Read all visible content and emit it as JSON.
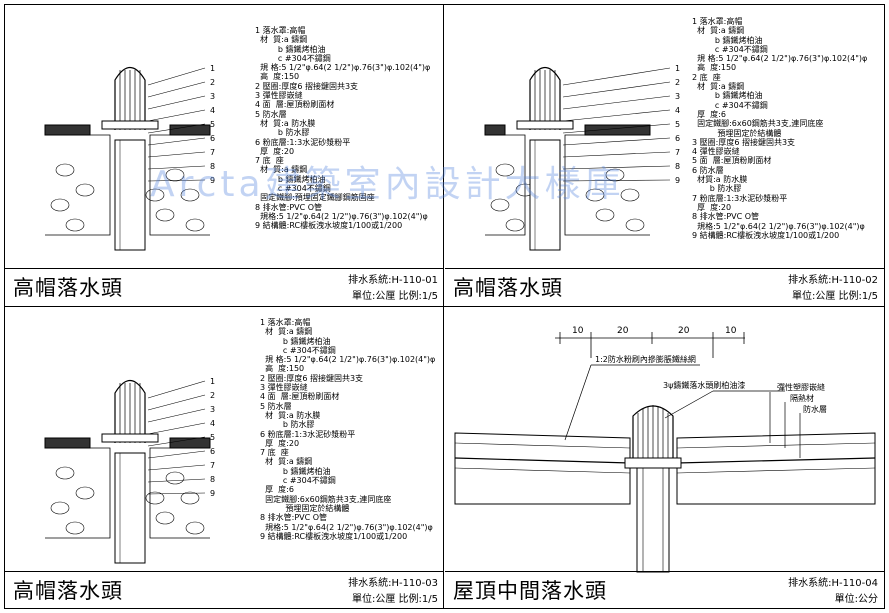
{
  "panels": [
    {
      "title": "高帽落水頭",
      "code": "排水系統:H-110-01",
      "unit": "單位:公厘  比例:1/5",
      "notes": [
        "1 落水罩:高帽",
        "  材  質:a 鑄鋼",
        "         b 鑄鐵烤柏油",
        "         c #304不鏽鋼",
        "  規 格:5 1/2\"φ.64(2 1/2\")φ.76(3\")φ.102(4\")φ",
        "  高  度:150",
        "2 壓圈:厚度6 摺接鍵固共3支",
        "3 彈性膠嵌縫",
        "4 面  層:屋頂粉刷面材",
        "5 防水層",
        "  材  質:a 防水膜",
        "         b 防水膠",
        "6 粉底層:1:3水泥砂漿粉平",
        "  厚  度:20",
        "7 底  座",
        "  材  質:a 鑄鋼",
        "         b 鑄鐵烤柏油",
        "         c #304不鏽鋼",
        "  固定鐵腳:預埋固定鐵腳鋼筋固座",
        "8 排水管:PVC O管",
        "  規格:5 1/2\"φ.64(2 1/2\")φ.76(3\")φ.102(4\")φ",
        "9 結構體:RC樓板洩水坡度1/100或1/200"
      ],
      "callouts": [
        "1",
        "2",
        "3",
        "4",
        "5",
        "6",
        "7",
        "8",
        "9"
      ]
    },
    {
      "title": "高帽落水頭",
      "code": "排水系統:H-110-02",
      "unit": "單位:公厘  比例:1/5",
      "notes": [
        "1 落水罩:高帽",
        "  材  質:a 鑄鋼",
        "         b 鑄鐵烤柏油",
        "         c #304不鏽鋼",
        "  規 格:5 1/2\"φ.64(2 1/2\")φ.76(3\")φ.102(4\")φ",
        "  高  度:150",
        "2 底  座",
        "  材  質:a 鑄鋼",
        "         b 鑄鐵烤柏油",
        "         c #304不鏽鋼",
        "  厚  度:6",
        "  固定鐵腳:6x60鋼筋共3支,連同底座",
        "          預埋固定於結構體",
        "3 壓圈:厚度6 摺接鍵固共3支",
        "4 彈性膠嵌縫",
        "5 面  層:屋頂粉刷面材",
        "6 防水層",
        "  材質:a 防水膜",
        "       b 防水膠",
        "7 粉底層:1:3水泥砂漿粉平",
        "  厚  度:20",
        "8 排水管:PVC O管",
        "  規格:5 1/2\"φ.64(2 1/2\")φ.76(3\")φ.102(4\")φ",
        "9 結構體:RC樓板洩水坡度1/100或1/200"
      ],
      "callouts": [
        "1",
        "2",
        "3",
        "4",
        "5",
        "6",
        "7",
        "8",
        "9"
      ]
    },
    {
      "title": "高帽落水頭",
      "code": "排水系統:H-110-03",
      "unit": "單位:公厘  比例:1/5",
      "notes": [
        "1 落水罩:高帽",
        "  材  質:a 鑄鋼",
        "         b 鑄鐵烤柏油",
        "         c #304不鏽鋼",
        "  規 格:5 1/2\"φ.64(2 1/2\")φ.76(3\")φ.102(4\")φ",
        "  高  度:150",
        "2 壓圈:厚度6 摺接鍵固共3支",
        "3 彈性膠嵌縫",
        "4 面  層:屋頂粉刷面材",
        "5 防水層",
        "  材  質:a 防水膜",
        "         b 防水膠",
        "6 粉底層:1:3水泥砂漿粉平",
        "  厚  度:20",
        "7 底  座",
        "  材  質:a 鑄鋼",
        "         b 鑄鐵烤柏油",
        "         c #304不鏽鋼",
        "  厚  度:6",
        "  固定鐵腳:6x60鋼筋共3支,連同底座",
        "          預埋固定於結構體",
        "8 排水管:PVC O管",
        "  規格:5 1/2\"φ.64(2 1/2\")φ.76(3\")φ.102(4\")φ",
        "9 結構體:RC樓板洩水坡度1/100或1/200"
      ],
      "callouts": [
        "1",
        "2",
        "3",
        "4",
        "5",
        "6",
        "7",
        "8",
        "9"
      ]
    },
    {
      "title": "屋頂中間落水頭",
      "code": "排水系統:H-110-04",
      "unit": "單位:公分",
      "dims": [
        "10",
        "20",
        "20",
        "10"
      ],
      "labels": {
        "a": "1:2防水粉刷內摻膨脹鐵絲網",
        "b": "3ψ鑄鐵落水頭刷柏油漆",
        "c": "彈性塑膠嵌縫",
        "d": "隔熱材",
        "e": "防水層"
      }
    }
  ],
  "watermark": "Arcta建築室內設計大樣庫",
  "colors": {
    "line": "#000000",
    "watermark": "#5082dc"
  }
}
